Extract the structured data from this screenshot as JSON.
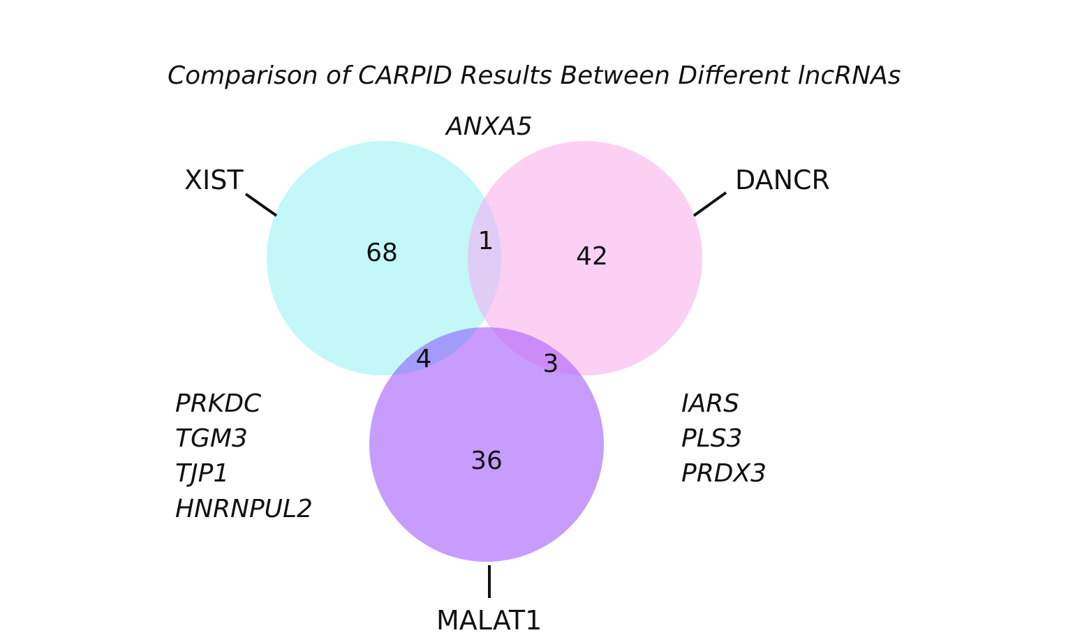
{
  "title": "Comparison of CARPID Results Between Different lncRNAs",
  "sets": [
    {
      "name": "XIST",
      "color": "#c4f7f8"
    },
    {
      "name": "DANCR",
      "color": "#fcd0f3"
    },
    {
      "name": "MALAT1",
      "color": "#c89cfd"
    }
  ],
  "regions": {
    "xist_only": "68",
    "dancr_only": "42",
    "malat1_only": "36",
    "xist_dancr": "1",
    "xist_malat1": "4",
    "dancr_malat1": "3"
  },
  "gene_lists": {
    "xist_dancr": [
      "ANXA5"
    ],
    "xist_malat1": [
      "PRKDC",
      "TGM3",
      "TJP1",
      "HNRNPUL2"
    ],
    "dancr_malat1": [
      "IARS",
      "PLS3",
      "PRDX3"
    ]
  },
  "overlap_colors": {
    "xist_dancr": "#e0cdf5",
    "xist_malat1": "#a49cfb",
    "dancr_malat1": "#cb8cf8"
  }
}
